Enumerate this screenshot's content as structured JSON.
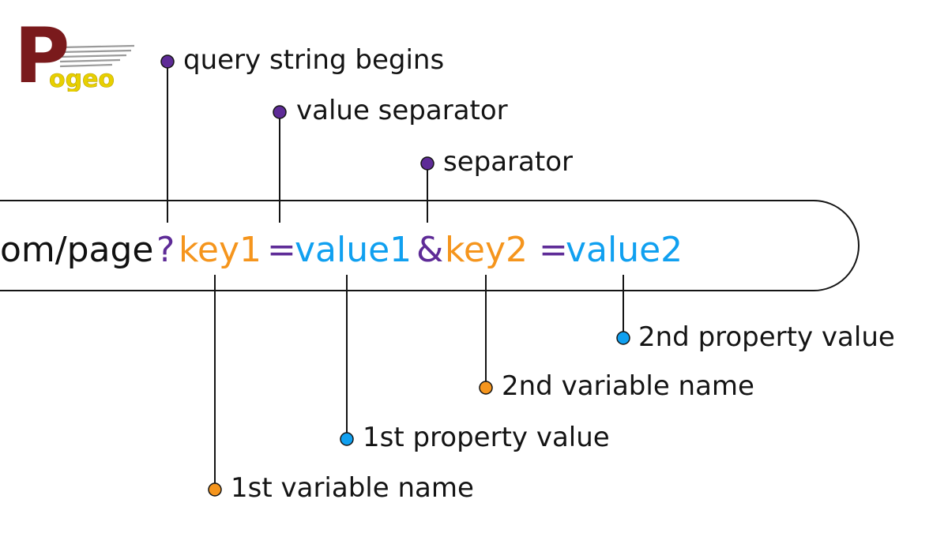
{
  "logo": {
    "letter": "P",
    "text": "ogeo",
    "colors": {
      "letter": "#7a1a1c",
      "text": "#e8d000",
      "wings": "#9a9a9a"
    }
  },
  "url": {
    "parts": [
      {
        "id": "prefix",
        "text": "om/page",
        "color": "#111111"
      },
      {
        "id": "qmark",
        "text": "?",
        "color": "#5e2b97"
      },
      {
        "id": "key1",
        "text": "key1",
        "color": "#f5951d"
      },
      {
        "id": "eq1",
        "text": "=",
        "color": "#5e2b97"
      },
      {
        "id": "value1",
        "text": "value1",
        "color": "#10a0f0"
      },
      {
        "id": "amp",
        "text": "&",
        "color": "#5e2b97"
      },
      {
        "id": "key2",
        "text": "key2",
        "color": "#f5951d"
      },
      {
        "id": "eq2",
        "text": "=",
        "color": "#5e2b97"
      },
      {
        "id": "value2",
        "text": "value2",
        "color": "#10a0f0"
      }
    ]
  },
  "callouts": {
    "query_string_begins": {
      "label": "query string begins",
      "color": "#5e2b97",
      "points_to": "qmark"
    },
    "value_separator": {
      "label": "value separator",
      "color": "#5e2b97",
      "points_to": "eq1"
    },
    "separator": {
      "label": "separator",
      "color": "#5e2b97",
      "points_to": "amp"
    },
    "second_property_value": {
      "label": "2nd property value",
      "color": "#10a0f0",
      "points_to": "value2"
    },
    "second_variable_name": {
      "label": "2nd variable name",
      "color": "#f5951d",
      "points_to": "key2"
    },
    "first_property_value": {
      "label": "1st property value",
      "color": "#10a0f0",
      "points_to": "value1"
    },
    "first_variable_name": {
      "label": "1st variable name",
      "color": "#f5951d",
      "points_to": "key1"
    }
  }
}
